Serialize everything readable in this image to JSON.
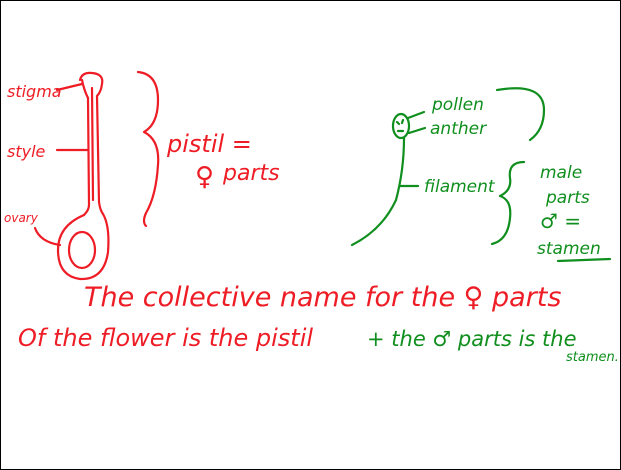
{
  "colors": {
    "pistil": "#ee1c25",
    "stamen": "#108f1e",
    "border": "#000000"
  },
  "pistil_diagram": {
    "labels": {
      "stigma": "stigma",
      "style": "style",
      "ovary": "ovary"
    },
    "summary_line1": "pistil =",
    "summary_line2_symbol": "♀",
    "summary_line2_text": "parts"
  },
  "stamen_diagram": {
    "labels": {
      "pollen": "pollen",
      "anther": "anther",
      "filament": "filament"
    },
    "summary_line1": "male",
    "summary_line2": "parts",
    "summary_line3_symbol": "♂ =",
    "summary_line4": "stamen"
  },
  "sentence": {
    "line1": "The collective name for the ♀ parts",
    "line2_part1": "Of the flower is the pistil",
    "line2_part2": "+ the ♂ parts is the",
    "line3": "stamen."
  }
}
